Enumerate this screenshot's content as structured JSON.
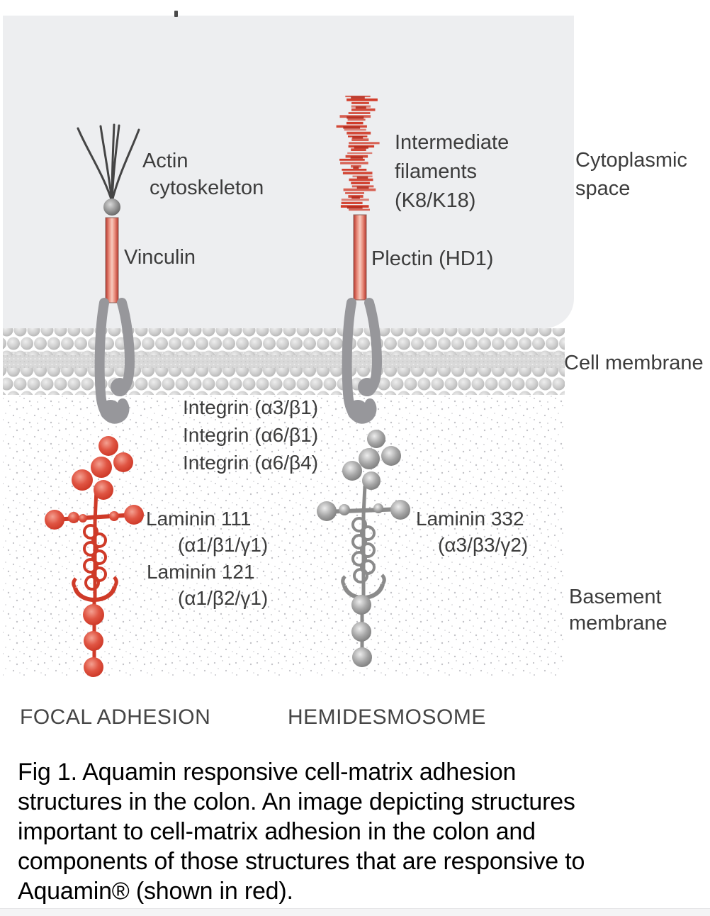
{
  "figure": {
    "region_labels": {
      "cytoplasmic_space": [
        "Cytoplasmic",
        "space"
      ],
      "cell_membrane": "Cell membrane",
      "basement_membrane": [
        "Basement",
        "membrane"
      ]
    },
    "component_labels": {
      "actin": [
        "Actin",
        "cytoskeleton"
      ],
      "vinculin": "Vinculin",
      "intermediate_filaments": [
        "Intermediate",
        "filaments",
        "(K8/K18)"
      ],
      "plectin": "Plectin (HD1)",
      "integrins": [
        "Integrin (α3/β1)",
        "Integrin (α6/β1)",
        "Integrin (α6/β4)"
      ],
      "laminin_focal": [
        "Laminin 111",
        "(α1/β1/γ1)",
        "Laminin 121",
        "(α1/β2/γ1)"
      ],
      "laminin_hemi": [
        "Laminin 332",
        "(α3/β3/γ2)"
      ]
    },
    "structure_titles": {
      "focal_adhesion": "FOCAL ADHESION",
      "hemidesmosome": "HEMIDESMOSOME"
    }
  },
  "caption": {
    "lines": [
      "Fig 1. Aquamin responsive cell-matrix adhesion",
      "structures in the colon. An image depicting structures",
      "important to cell-matrix adhesion in the colon and",
      "components of those structures that are responsive to",
      "Aquamin® (shown in red)."
    ]
  },
  "colors": {
    "aquamin_red": "#d23a29",
    "structure_gray": "#949498",
    "panel_gray": "#edeef0"
  }
}
